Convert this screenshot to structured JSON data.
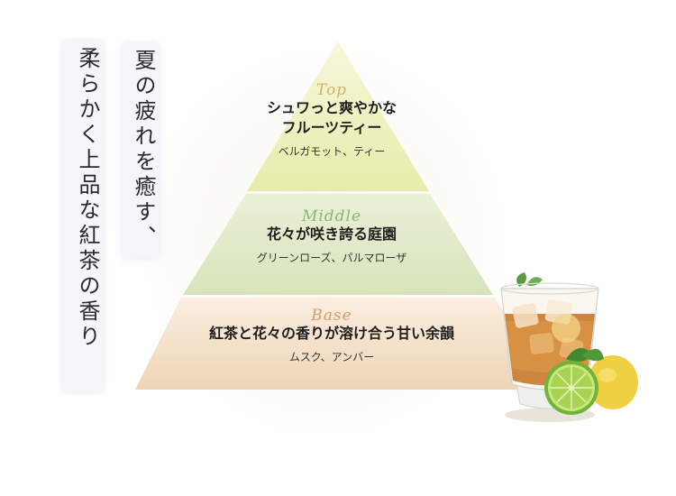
{
  "tagline": {
    "line1": "夏の疲れを癒す、",
    "line2": "柔らかく上品な紅茶の香り"
  },
  "notes": {
    "top": {
      "script": "Top",
      "headline": [
        "シュワっと爽やかな",
        "フルーツティー"
      ],
      "ingredients": "ベルガモット、ティー"
    },
    "middle": {
      "script": "Middle",
      "headline": [
        "花々が咲き誇る庭園"
      ],
      "ingredients": "グリーンローズ、パルマローザ"
    },
    "base": {
      "script": "Base",
      "headline": [
        "紅茶と花々の香りが溶け合う甘い余韻"
      ],
      "ingredients": "ムスク、アンバー"
    }
  },
  "colors": {
    "top_layer": "#eef0b8",
    "middle_layer": "#dde8c4",
    "base_layer": "#f1dcc1",
    "script_top": "#cfb26b",
    "script_middle": "#8fb27a",
    "script_base": "#d69b6c"
  },
  "illustration": "iced-tea-with-lime-and-lemon"
}
